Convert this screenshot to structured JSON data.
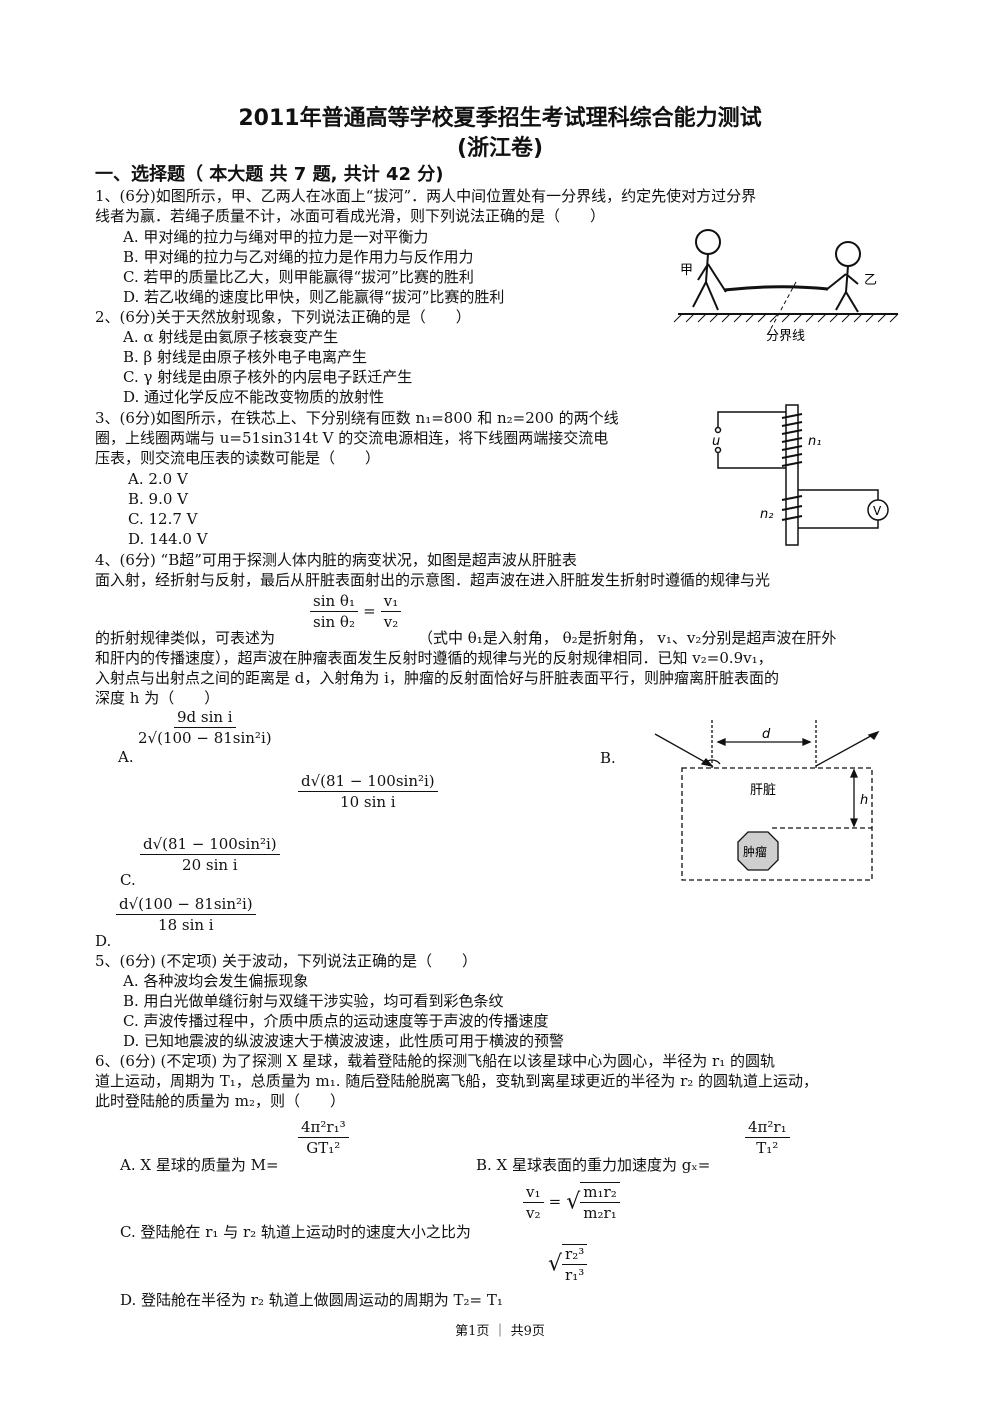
{
  "title": "2011年普通高等学校夏季招生考试理科综合能力测试",
  "subtitle": "(浙江卷)",
  "section1": "一、选择题（ 本大题 共 7 题, 共计 42 分)",
  "q1": {
    "stem1": "1、(6分)如图所示，甲、乙两人在冰面上“拔河”．两人中间位置处有一分界线，约定先使对方过分界",
    "stem2": "线者为赢．若绳子质量不计，冰面可看成光滑，则下列说法正确的是（　　）",
    "options": [
      "A. 甲对绳的拉力与绳对甲的拉力是一对平衡力",
      "B. 甲对绳的拉力与乙对绳的拉力是作用力与反作用力",
      "C. 若甲的质量比乙大，则甲能赢得“拔河”比赛的胜利",
      "D. 若乙收绳的速度比甲快，则乙能赢得“拔河”比赛的胜利"
    ],
    "fig": {
      "jia": "甲",
      "yi": "乙",
      "boundary": "分界线"
    }
  },
  "q2": {
    "stem": "2、(6分)关于天然放射现象，下列说法正确的是（　　）",
    "options": [
      "A. α 射线是由氦原子核衰变产生",
      "B. β 射线是由原子核外电子电离产生",
      "C. γ 射线是由原子核外的内层电子跃迁产生",
      "D. 通过化学反应不能改变物质的放射性"
    ]
  },
  "q3": {
    "stem1": "3、(6分)如图所示，在铁芯上、下分别绕有匝数 n₁=800 和 n₂=200 的两个线",
    "stem2": "圈，上线圈两端与 u=51sin314t V 的交流电源相连，将下线圈两端接交流电",
    "stem3": "压表，则交流电压表的读数可能是（　　）",
    "options": [
      "A. 2.0 V",
      "B. 9.0 V",
      "C. 12.7 V",
      "D. 144.0 V"
    ],
    "fig": {
      "u": "u",
      "n1": "n₁",
      "n2": "n₂",
      "v": "V"
    }
  },
  "q4": {
    "stem1": "4、(6分) “B超”可用于探测人体内脏的病变状况，如图是超声波从肝脏表",
    "stem2": "面入射，经折射与反射，最后从肝脏表面射出的示意图．超声波在进入肝脏发生折射时遵循的规律与光",
    "f_num": "sin θ₁",
    "f_den": "sin θ₂",
    "f_eq": "=",
    "f_vn": "v₁",
    "f_vd": "v₂",
    "stem3a": "的折射规律类似，可表述为",
    "stem3b": "（式中 θ₁是入射角， θ₂是折射角， v₁、v₂分别是超声波在肝外",
    "stem4": "和肝内的传播速度），超声波在肿瘤表面发生反射时遵循的规律与光的反射规律相同．已知 v₂=0.9v₁，",
    "stem5": "入射点与出射点之间的距离是 d，入射角为 i，肿瘤的反射面恰好与肝脏表面平行，则肿瘤离肝脏表面的",
    "stem6": "深度 h 为（　　）",
    "A_label": "A.",
    "A_num": "9d sin i",
    "A_den": "2√(100 − 81sin²i)",
    "B_label": "B.",
    "B_num": "d√(81 − 100sin²i)",
    "B_den": "10 sin i",
    "C_label": "C.",
    "C_num": "d√(81 − 100sin²i)",
    "C_den": "20 sin i",
    "D_label": "D.",
    "D_num": "d√(100 − 81sin²i)",
    "D_den": "18 sin i",
    "fig": {
      "d": "d",
      "liver": "肝脏",
      "h": "h",
      "tumor": "肿瘤"
    }
  },
  "q5": {
    "stem": "5、(6分) (不定项) 关于波动，下列说法正确的是（　　）",
    "options": [
      "A. 各种波均会发生偏振现象",
      "B. 用白光做单缝衍射与双缝干涉实验，均可看到彩色条纹",
      "C. 声波传播过程中，介质中质点的运动速度等于声波的传播速度",
      "D. 已知地震波的纵波波速大于横波波速，此性质可用于横波的预警"
    ]
  },
  "q6": {
    "stem1": "6、(6分) (不定项) 为了探测 X 星球，载着登陆舱的探测飞船在以该星球中心为圆心，半径为 r₁ 的圆轨",
    "stem2": "道上运动，周期为 T₁，总质量为 m₁. 随后登陆舱脱离飞船，变轨到离星球更近的半径为 r₂ 的圆轨道上运动，",
    "stem3": "此时登陆舱的质量为 m₂，则（　　）",
    "A_text": "A. X 星球的质量为 M=",
    "A_num": "4π²r₁³",
    "A_den": "GT₁²",
    "B_text": "B. X 星球表面的重力加速度为 gₓ=",
    "B_num": "4π²r₁",
    "B_den": "T₁²",
    "C_text": "C. 登陆舱在 r₁ 与 r₂ 轨道上运动时的速度大小之比为",
    "C_vn": "v₁",
    "C_vd": "v₂",
    "C_eq": "=",
    "C_rn": "m₁r₂",
    "C_rd": "m₂r₁",
    "D_text": "D. 登陆舱在半径为 r₂ 轨道上做圆周运动的周期为 T₂= T₁",
    "D_rn": "r₂³",
    "D_rd": "r₁³"
  },
  "footer": "第1页 ｜ 共9页"
}
